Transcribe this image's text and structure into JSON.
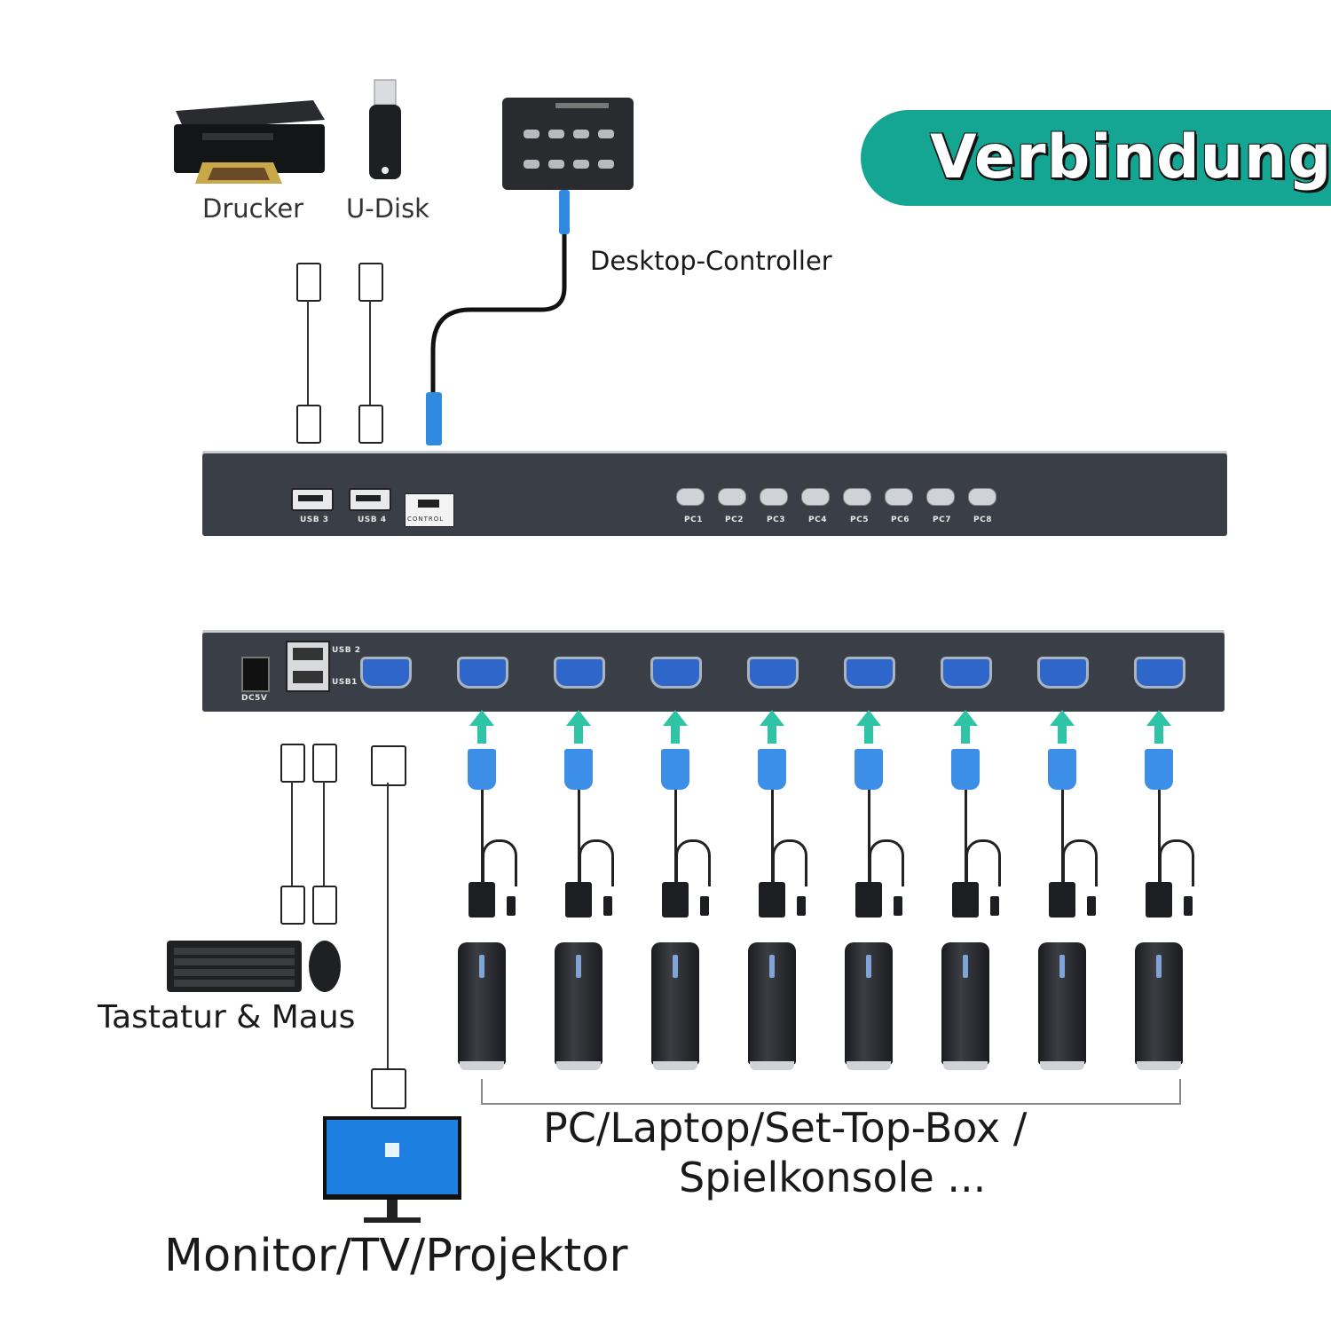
{
  "banner": {
    "title": "Verbindung"
  },
  "top_devices": {
    "printer_label": "Drucker",
    "udisk_label": "U-Disk",
    "controller_label": "Desktop-Controller"
  },
  "front_panel": {
    "usb3": "USB 3",
    "usb4": "USB 4",
    "control": "CONTROL",
    "pc_buttons": [
      "PC1",
      "PC2",
      "PC3",
      "PC4",
      "PC5",
      "PC6",
      "PC7",
      "PC8"
    ]
  },
  "back_panel": {
    "dc": "DC5V",
    "usb2": "USB 2",
    "usb1": "USB1"
  },
  "bottom_labels": {
    "keyboard_mouse": "Tastatur & Maus",
    "computers_line1": "PC/Laptop/Set-Top-Box /",
    "computers_line2": "Spielkonsole ...",
    "monitor": "Monitor/TV/Projektor"
  },
  "colors": {
    "accent": "#14a593",
    "arrow": "#2ec4a5",
    "vga": "#2f66c9",
    "device": "#3a3f47"
  }
}
